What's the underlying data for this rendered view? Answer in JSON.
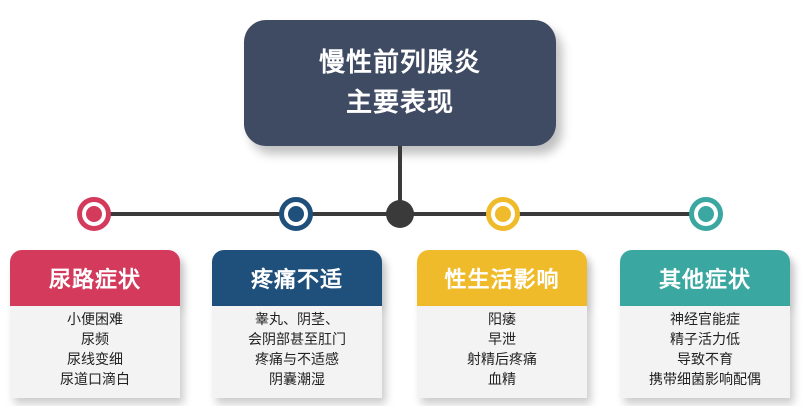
{
  "title": {
    "line1": "慢性前列腺炎",
    "line2": "主要表现"
  },
  "colors": {
    "root": "#3f4a63",
    "connector": "#3a3a3a",
    "categories": [
      "#d33a5c",
      "#1f4f7b",
      "#f0bb2b",
      "#3aa7a0"
    ]
  },
  "categories": [
    {
      "label": "尿路症状",
      "items": [
        "小便困难",
        "尿频",
        "尿线变细",
        "尿道口滴白"
      ]
    },
    {
      "label": "疼痛不适",
      "items": [
        "睾丸、阴茎、",
        "会阴部甚至肛门",
        "疼痛与不适感",
        "阴囊潮湿"
      ]
    },
    {
      "label": "性生活影响",
      "items": [
        "阳痿",
        "早泄",
        "射精后疼痛",
        "血精"
      ]
    },
    {
      "label": "其他症状",
      "items": [
        "神经官能症",
        "精子活力低",
        "导致不育",
        "携带细菌影响配偶"
      ]
    }
  ]
}
